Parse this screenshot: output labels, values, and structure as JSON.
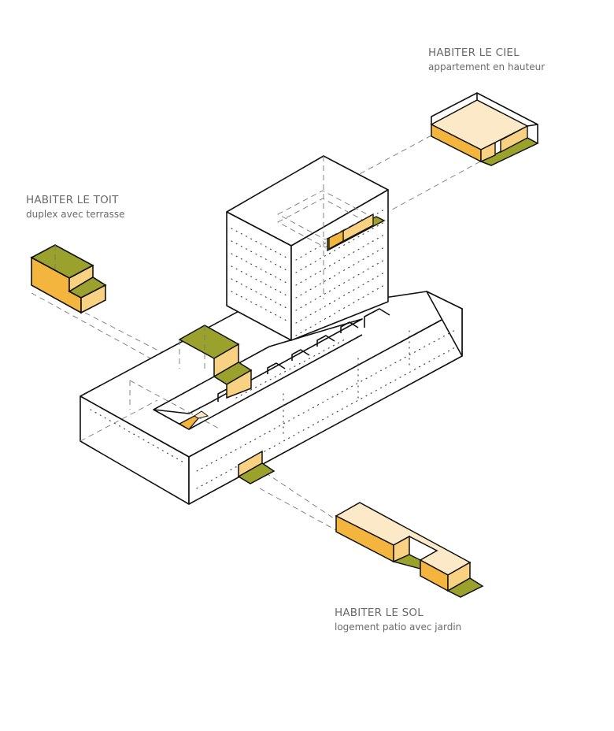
{
  "title": "Typologies d'habitat - axonométrie éclatée",
  "labels": {
    "ciel": {
      "title": "HABITER LE CIEL",
      "subtitle": "appartement en hauteur"
    },
    "toit": {
      "title": "HABITER LE TOIT",
      "subtitle": "duplex avec terrasse"
    },
    "sol": {
      "title": "HABITER LE SOL",
      "subtitle": "logement patio avec jardin"
    }
  },
  "colors": {
    "green": "#9aa12c",
    "orange": "#f4b53f",
    "light_orange": "#f8d183",
    "pale": "#fbe9c8",
    "line": "#111111",
    "text": "#6a6a6a"
  }
}
